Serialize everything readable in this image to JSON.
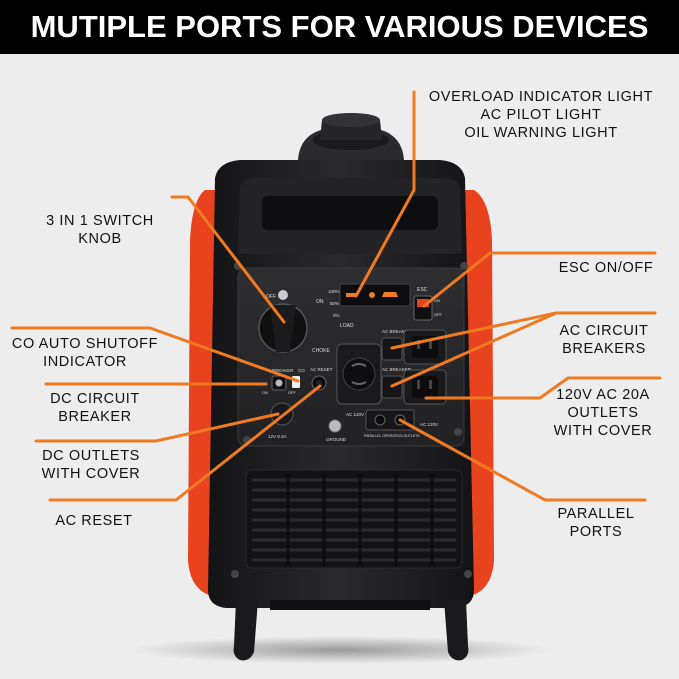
{
  "banner": {
    "title": "MUTIPLE PORTS FOR VARIOUS DEVICES"
  },
  "colors": {
    "accent": "#f07a22",
    "body_black": "#1c1c1e",
    "frame_red": "#e8431e",
    "panel": "#2a2a2c"
  },
  "callouts": {
    "overload": [
      "OVERLOAD INDICATOR LIGHT",
      "AC PILOT LIGHT",
      "OIL WARNING LIGHT"
    ],
    "switch_knob": [
      "3 IN 1 SWITCH",
      "KNOB"
    ],
    "esc": [
      "ESC ON/OFF"
    ],
    "co_shutoff": [
      "CO AUTO SHUTOFF",
      "INDICATOR"
    ],
    "ac_circuit": [
      "AC CIRCUIT",
      "BREAKERS"
    ],
    "dc_circuit": [
      "DC CIRCUIT",
      "BREAKER"
    ],
    "outlets_120v": [
      "120V AC 20A",
      "OUTLETS",
      "WITH COVER"
    ],
    "dc_outlets": [
      "DC OUTLETS",
      "WITH COVER"
    ],
    "parallel": [
      "PARALLEL",
      "PORTS"
    ],
    "ac_reset": [
      "AC RESET"
    ]
  },
  "panel": {
    "esc_label": "ESC",
    "on": "ON",
    "off": "OFF",
    "choke": "CHOKE",
    "load_100": "100%",
    "load_50": "50%",
    "load_0": "0%",
    "load": "LOAD",
    "ac_breaker": "AC BREAKER",
    "ac_120v": "AC 120V",
    "co": "CO",
    "breaker": "BREAKER",
    "ac_reset": "AC RESET",
    "dc_rating": "12V 8.3A",
    "ground": "GROUND",
    "parallel_outlets": "PARALLEL OPERATION OUTLETS"
  }
}
